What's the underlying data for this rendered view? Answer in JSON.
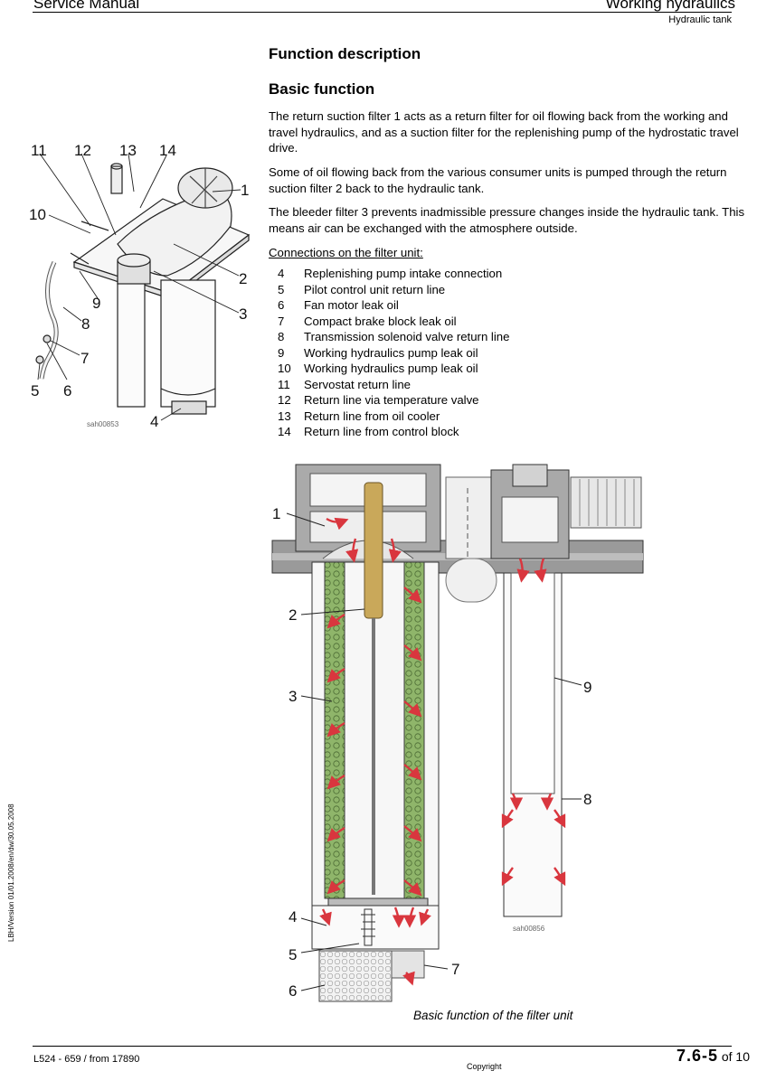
{
  "header": {
    "left": "Service Manual",
    "right": "Working hydraulics",
    "sub": "Hydraulic tank"
  },
  "title": "Function description",
  "subtitle": "Basic function",
  "paragraphs": [
    "The return suction filter 1 acts as a return filter for oil flowing back from the working and travel hydraulics, and as a suction filter for the replenishing pump of the hydrostatic travel drive.",
    "Some of oil flowing back from the various consumer units is pumped through the return suction filter 2 back to the hydraulic tank.",
    "The bleeder filter 3 prevents inadmissible pressure changes inside the hydraulic tank. This means air can be exchanged with the atmosphere outside."
  ],
  "connections_title": "Connections on the filter unit:",
  "connections": [
    {
      "num": "4",
      "label": "Replenishing pump intake connection"
    },
    {
      "num": "5",
      "label": "Pilot control unit return line"
    },
    {
      "num": "6",
      "label": "Fan motor leak oil"
    },
    {
      "num": "7",
      "label": "Compact brake block leak oil"
    },
    {
      "num": "8",
      "label": "Transmission solenoid valve return line"
    },
    {
      "num": "9",
      "label": "Working hydraulics pump leak oil"
    },
    {
      "num": "10",
      "label": "Working hydraulics pump leak oil"
    },
    {
      "num": "11",
      "label": "Servostat return line"
    },
    {
      "num": "12",
      "label": "Return line via temperature valve"
    },
    {
      "num": "13",
      "label": "Return line from oil cooler"
    },
    {
      "num": "14",
      "label": "Return line from control block"
    }
  ],
  "figure1": {
    "code": "sah00853",
    "callouts": [
      "11",
      "12",
      "13",
      "14",
      "1",
      "10",
      "2",
      "9",
      "3",
      "8",
      "7",
      "5",
      "6",
      "4"
    ]
  },
  "figure2": {
    "code": "sah00856",
    "callouts": [
      "1",
      "2",
      "3",
      "4",
      "5",
      "6",
      "7",
      "8",
      "9"
    ],
    "caption": "Basic function of the filter unit"
  },
  "side_text": "LBH/Version 01/01.2008/en/dw/30.05.2008",
  "footer": {
    "left": "L524 - 659 / from 17890",
    "center": "Copyright",
    "page": "7.6-5",
    "of": " of 10"
  },
  "colors": {
    "arrow": "#d9363e",
    "filter_green": "#8fb56a",
    "rod_gold": "#c9a85a",
    "metal": "#8a8a8a"
  }
}
